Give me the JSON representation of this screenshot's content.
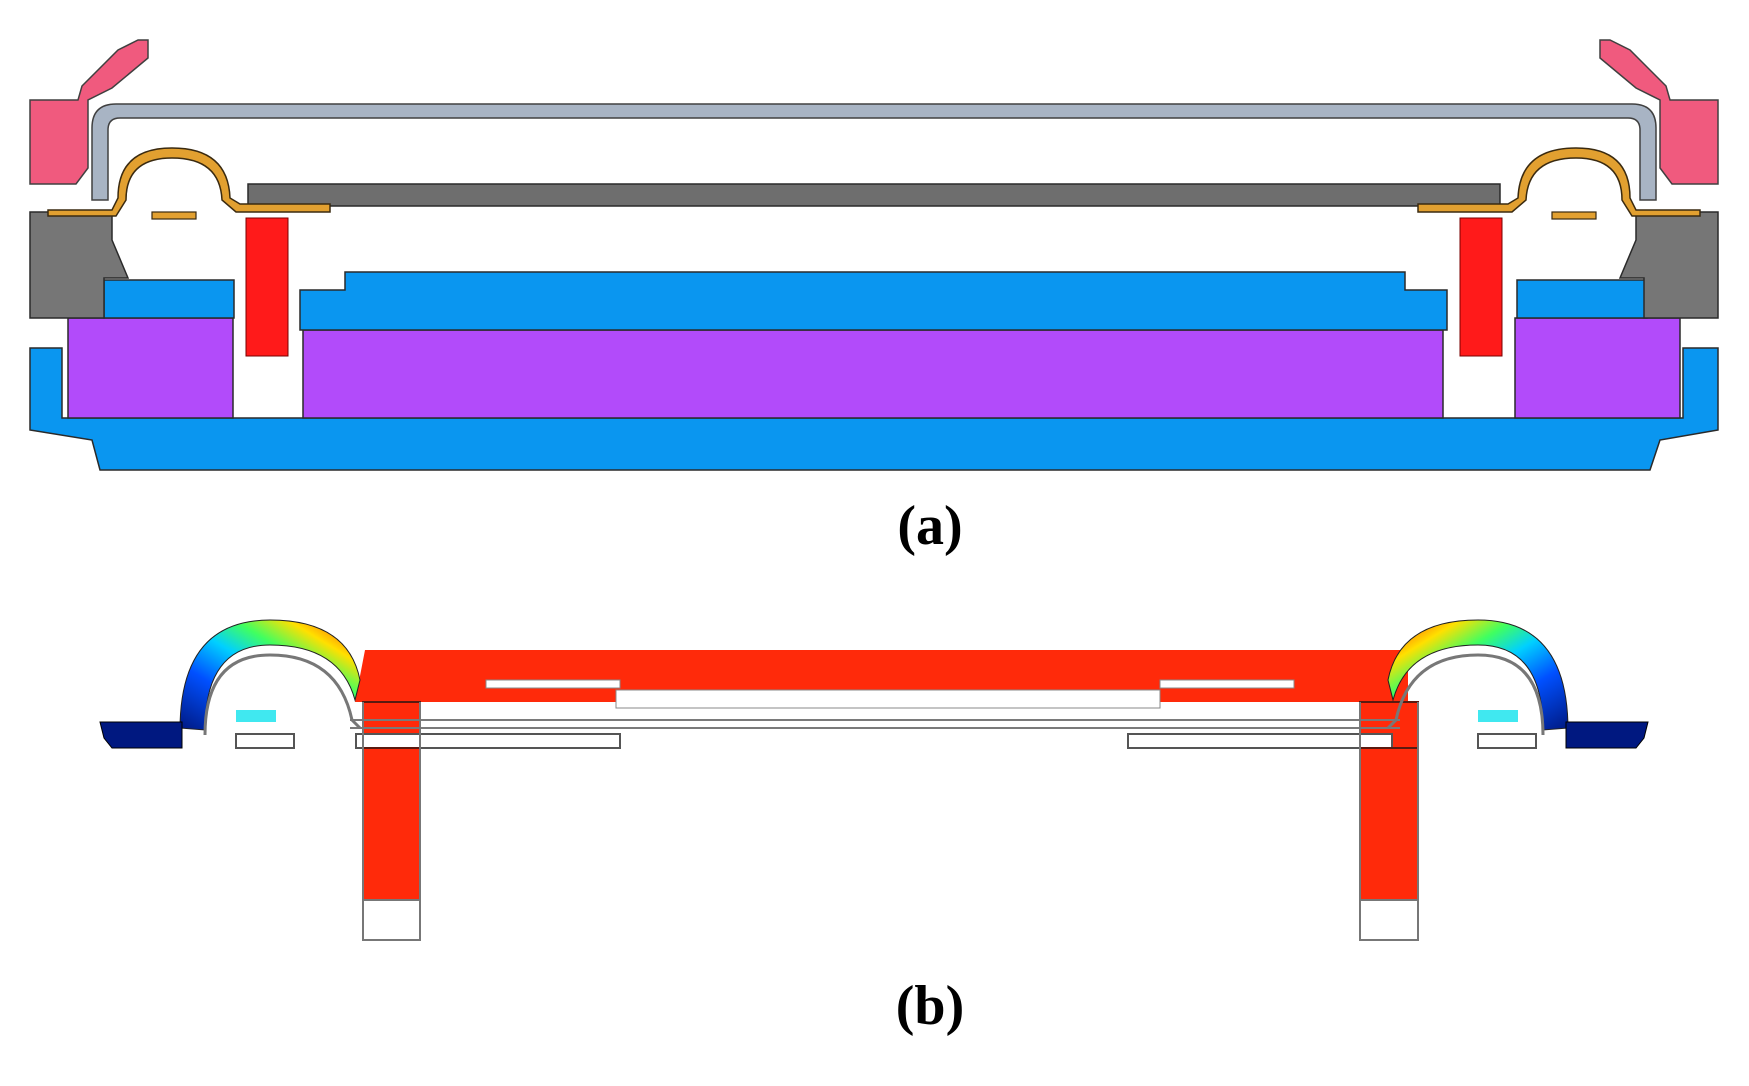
{
  "panels": [
    {
      "label": "(a)",
      "description_key": "assembly-cross-section"
    },
    {
      "label": "(b)",
      "description_key": "deformation-contour"
    }
  ],
  "colors": {
    "pink_clip": "#F05A7E",
    "grey_frame": "#767676",
    "dark_grey_lid": "#6E6E6E",
    "light_grey_plate": "#A8B4C4",
    "orange_spring": "#E2A030",
    "red_post": "#FF1A1A",
    "blue_part": "#0A96F0",
    "purple_core": "#B24BFA",
    "contour_red": "#FF2A0A",
    "contour_dark_blue": "#001880",
    "contour_cyan": "#40E8F0",
    "outline": "#303030"
  }
}
